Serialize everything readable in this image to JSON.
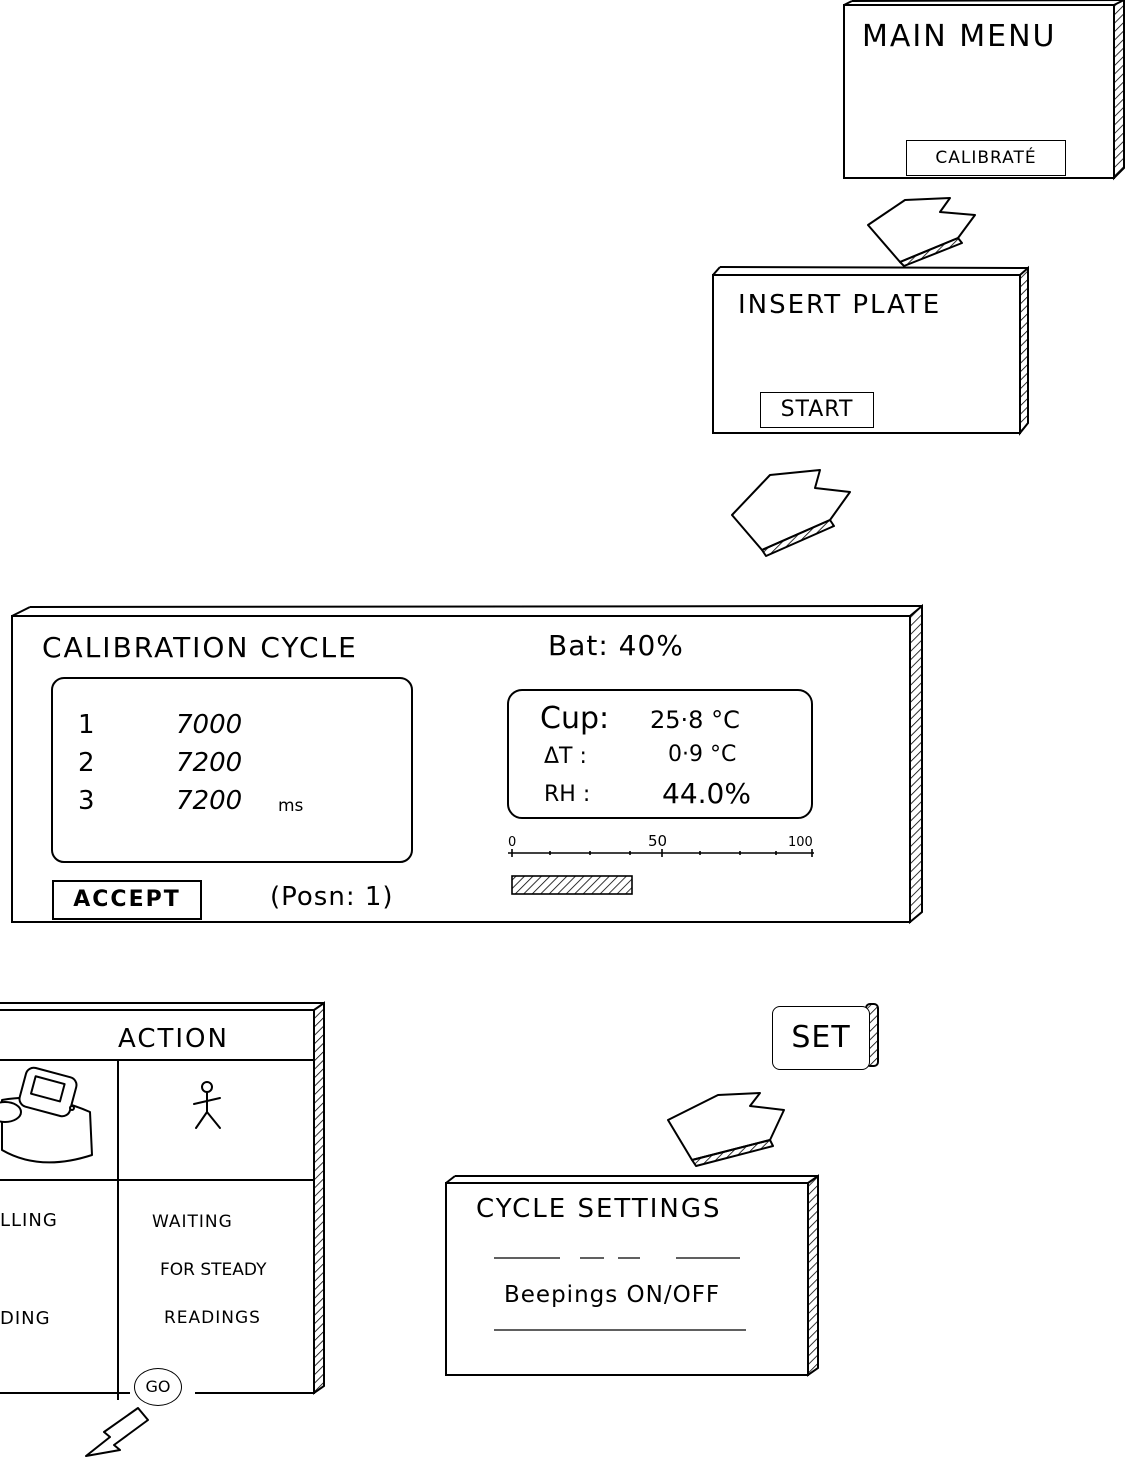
{
  "main_menu": {
    "title": "MAIN MENU",
    "calibrate_label": "CALIBRATÉ"
  },
  "insert_plate": {
    "title": "INSERT PLATE",
    "start_label": "START"
  },
  "calibration": {
    "title": "CALIBRATION CYCLE",
    "battery": "Bat: 40%",
    "readings": [
      {
        "index": "1",
        "value": "7000",
        "unit": ""
      },
      {
        "index": "2",
        "value": "7200",
        "unit": ""
      },
      {
        "index": "3",
        "value": "7200",
        "unit": "ms"
      }
    ],
    "cup": {
      "label": "Cup:",
      "value": "25·8 °C"
    },
    "delta_t": {
      "label": "ΔT :",
      "value": "0·9 °C"
    },
    "rh": {
      "label": "RH :",
      "value": "44.0%"
    },
    "scale_ticks": [
      "0",
      "50",
      "100"
    ],
    "progress_fraction": 0.4,
    "accept_label": "ACCEPT",
    "position": "(Posn: 1)"
  },
  "action": {
    "title": "ACTION",
    "left_line1": "LLING",
    "left_line2": "DING",
    "right_line1": "WAITING",
    "right_line2": "FOR STEADY",
    "right_line3": "READINGS",
    "go_label": "GO"
  },
  "set_label": "SET",
  "cycle_settings": {
    "title": "CYCLE SETTINGS",
    "option": "Beepings ON/OFF"
  },
  "icons": {
    "device": "device-icon",
    "person": "person-icon",
    "arrow": "arrow-icon"
  }
}
